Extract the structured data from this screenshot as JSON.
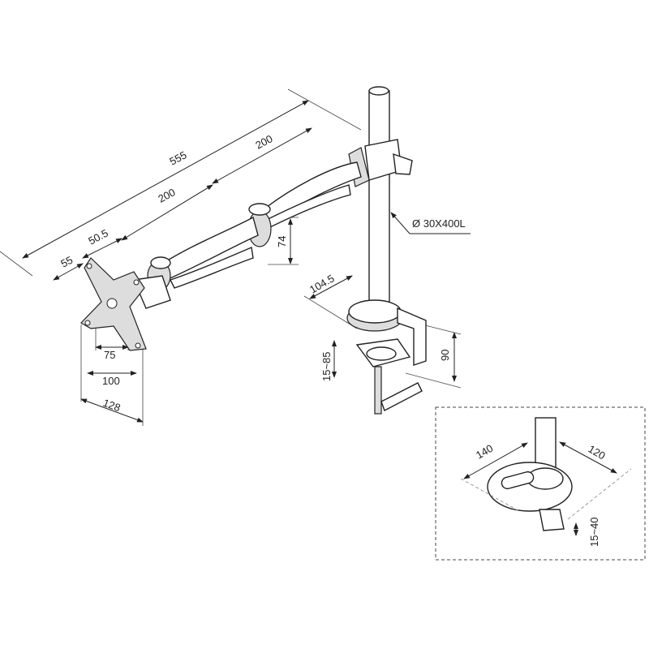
{
  "dimensions": {
    "overall_length": "555",
    "upper_arm_length": "200",
    "lower_arm_length": "200",
    "head_offset": "50.5",
    "vesa_offset": "55",
    "arm_height": "74",
    "pole_spec": "Ø 30X400L",
    "clamp_depth": "104.5",
    "vesa_small": "75",
    "vesa_large": "100",
    "plate_width": "128",
    "clamp_range": "15~85",
    "clamp_height": "90"
  },
  "grommet_inset": {
    "base_length": "140",
    "base_width": "120",
    "desk_range": "15~40"
  }
}
